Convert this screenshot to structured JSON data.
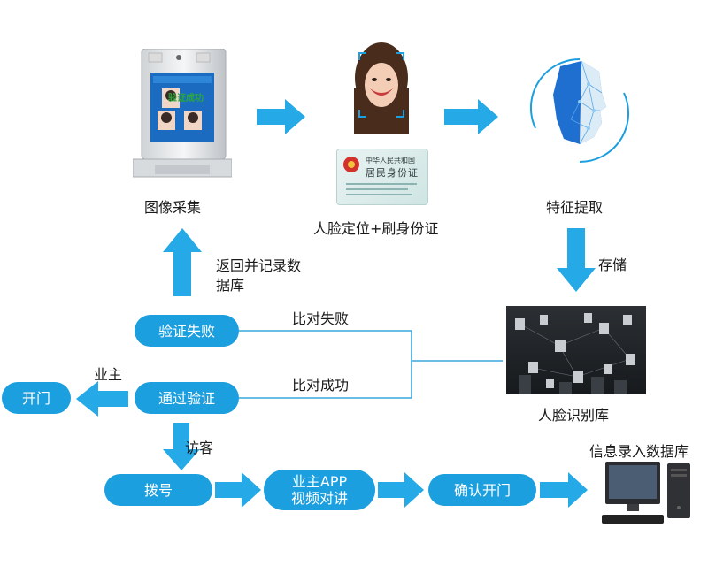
{
  "colors": {
    "accent": "#1c9fdf",
    "arrow": "#26a9e7",
    "line": "#3aa7dd"
  },
  "steps": {
    "capture": "图像采集",
    "locate": "人脸定位+刷身份证",
    "extract": "特征提取",
    "library": "人脸识别库"
  },
  "edges": {
    "store": "存储",
    "return_record_line1": "返回并记录数",
    "return_record_line2": "据库",
    "compare_fail": "比对失败",
    "compare_success": "比对成功",
    "owner": "业主",
    "visitor": "访客"
  },
  "buttons": {
    "verify_fail": "验证失败",
    "verify_pass": "通过验证",
    "open_door": "开门",
    "dial": "拨号",
    "app_call_line1": "业主APP",
    "app_call_line2": "视频对讲",
    "confirm_open": "确认开门"
  },
  "database": {
    "label": "信息录入数据库"
  },
  "device_screen": {
    "status_text": "验证成功"
  },
  "id_card": {
    "line1": "中华人民共和国",
    "line2": "居民身份证"
  },
  "icons": [
    "face-scan-icon",
    "face-mesh-icon",
    "id-card-icon",
    "computer-icon",
    "face-terminal-icon",
    "face-grid-icon"
  ]
}
